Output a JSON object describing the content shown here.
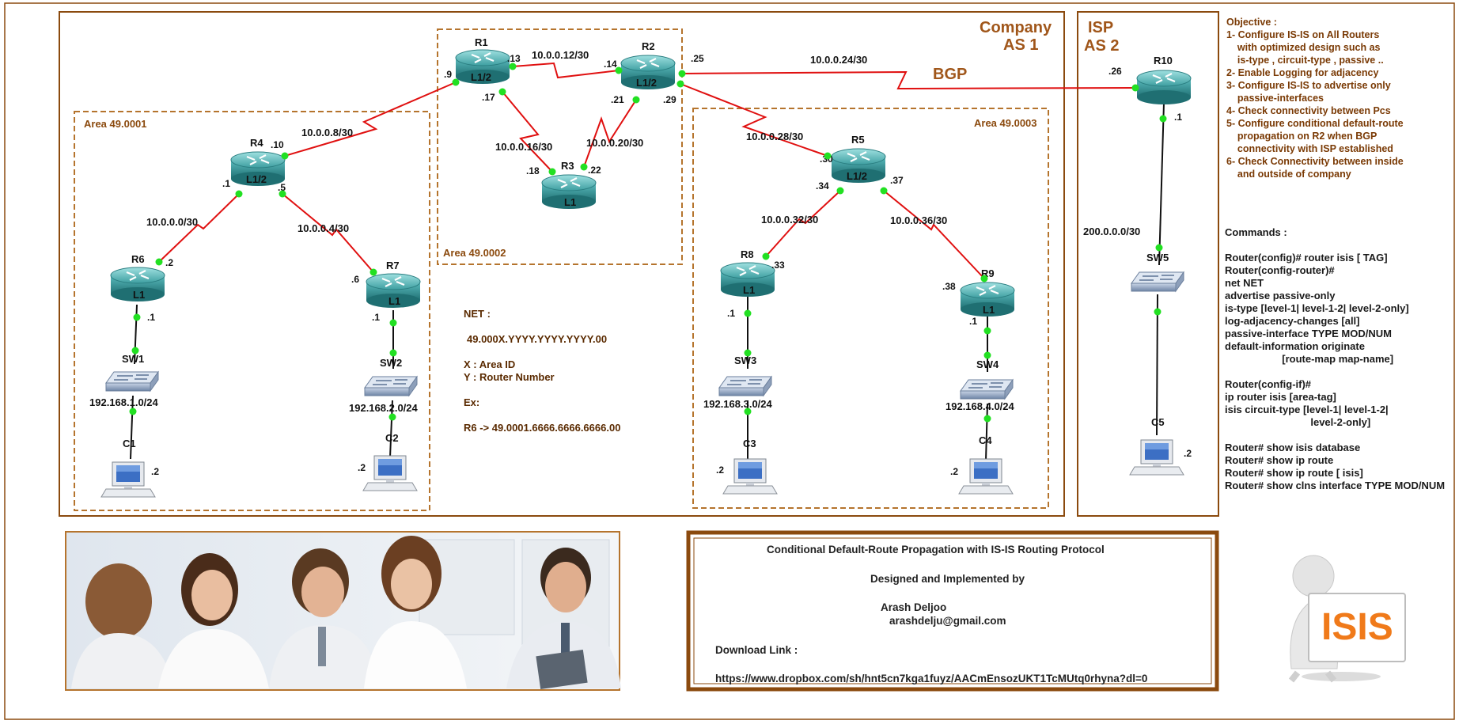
{
  "regions": {
    "company_title": [
      "Company",
      "AS 1"
    ],
    "isp_title": [
      "ISP",
      "AS 2"
    ],
    "bgp_label": "BGP",
    "area1": "Area 49.0001",
    "area2": "Area 49.0002",
    "area3": "Area 49.0003"
  },
  "devices": {
    "R1": {
      "name": "R1",
      "level": "L1/2"
    },
    "R2": {
      "name": "R2",
      "level": "L1/2"
    },
    "R3": {
      "name": "R3",
      "level": "L1"
    },
    "R4": {
      "name": "R4",
      "level": "L1/2"
    },
    "R5": {
      "name": "R5",
      "level": "L1/2"
    },
    "R6": {
      "name": "R6",
      "level": "L1"
    },
    "R7": {
      "name": "R7",
      "level": "L1"
    },
    "R8": {
      "name": "R8",
      "level": "L1"
    },
    "R9": {
      "name": "R9",
      "level": "L1"
    },
    "R10": {
      "name": "R10",
      "level": ""
    },
    "SW1": "SW1",
    "SW2": "SW2",
    "SW3": "SW3",
    "SW4": "SW4",
    "SW5": "SW5",
    "C1": "C1",
    "C2": "C2",
    "C3": "C3",
    "C4": "C4",
    "C5": "C5"
  },
  "subnets": {
    "r1r2": "10.0.0.12/30",
    "r2r10": "10.0.0.24/30",
    "r1r4": "10.0.0.8/30",
    "r1r3": "10.0.0.16/30",
    "r2r3": "10.0.0.20/30",
    "r2r5": "10.0.0.28/30",
    "r4r6": "10.0.0.0/30",
    "r4r7": "10.0.0.4/30",
    "r5r8": "10.0.0.32/30",
    "r5r9": "10.0.0.36/30",
    "r10sw5": "200.0.0.0/30",
    "lan1": "192.168.1.0/24",
    "lan2": "192.168.2.0/24",
    "lan3": "192.168.3.0/24",
    "lan4": "192.168.4.0/24"
  },
  "ports": {
    "r1_9": ".9",
    "r1_13": ".13",
    "r1_17": ".17",
    "r2_14": ".14",
    "r2_25": ".25",
    "r2_21": ".21",
    "r2_29": ".29",
    "r3_18": ".18",
    "r3_22": ".22",
    "r4_10": ".10",
    "r4_1": ".1",
    "r4_5": ".5",
    "r6_2": ".2",
    "r6_1": ".1",
    "r7_6": ".6",
    "r7_1": ".1",
    "r5_30": ".30",
    "r5_34": ".34",
    "r5_37": ".37",
    "r8_33": ".33",
    "r8_1": ".1",
    "r9_38": ".38",
    "r9_1": ".1",
    "r10_26": ".26",
    "r10_1": ".1",
    "c1_2": ".2",
    "c2_2": ".2",
    "c3_2": ".2",
    "c4_2": ".2",
    "c5_2": ".2"
  },
  "net_notes": {
    "title": "NET :",
    "format": "49.000X.YYYY.YYYY.YYYY.00",
    "x_desc": "X : Area ID",
    "y_desc": "Y : Router Number",
    "ex_label": "Ex:",
    "example": "R6 -> 49.0001.6666.6666.6666.00"
  },
  "objective": {
    "title": "Objective :",
    "lines": [
      "1- Configure IS-IS on All Routers",
      "    with optimized design such as",
      "    is-type , circuit-type , passive ..",
      "2- Enable Logging for adjacency",
      "3- Configure IS-IS to advertise only",
      "    passive-interfaces",
      "4- Check connectivity between Pcs",
      "5- Configure conditional default-route",
      "    propagation on R2 when BGP",
      "    connectivity with ISP established",
      "6- Check Connectivity between inside",
      "    and outside of company"
    ]
  },
  "commands": {
    "title": "Commands :",
    "block1": [
      "Router(config)# router isis [ TAG]",
      "Router(config-router)#",
      "net NET",
      "advertise passive-only",
      "is-type [level-1| level-1-2| level-2-only]",
      "log-adjacency-changes [all]",
      "passive-interface TYPE MOD/NUM",
      "default-information originate",
      "                    [route-map map-name]"
    ],
    "block2": [
      "Router(config-if)#",
      "ip router isis [area-tag]",
      "isis circuit-type [level-1| level-1-2|",
      "                              level-2-only]"
    ],
    "block3": [
      "Router# show isis database",
      "Router# show ip route",
      "Router# show ip route [ isis]",
      "Router# show clns interface TYPE MOD/NUM"
    ]
  },
  "info_box": {
    "title": "Conditional Default-Route Propagation with IS-IS Routing Protocol",
    "designed": "Designed and Implemented by",
    "author": "Arash Deljoo",
    "email": "arashdelju@gmail.com",
    "download_label": "Download Link :",
    "link": "https://www.dropbox.com/sh/hnt5cn7kga1fuyz/AACmEnsozUKT1TcMUtq0rhyna?dl=0"
  },
  "logo_text": "ISIS",
  "colors": {
    "frame": "#8b4a0e",
    "area_border": "#b5742d",
    "link_red": "#e01010",
    "port_green": "#22dd22",
    "router_teal": "#2b8c8e"
  }
}
